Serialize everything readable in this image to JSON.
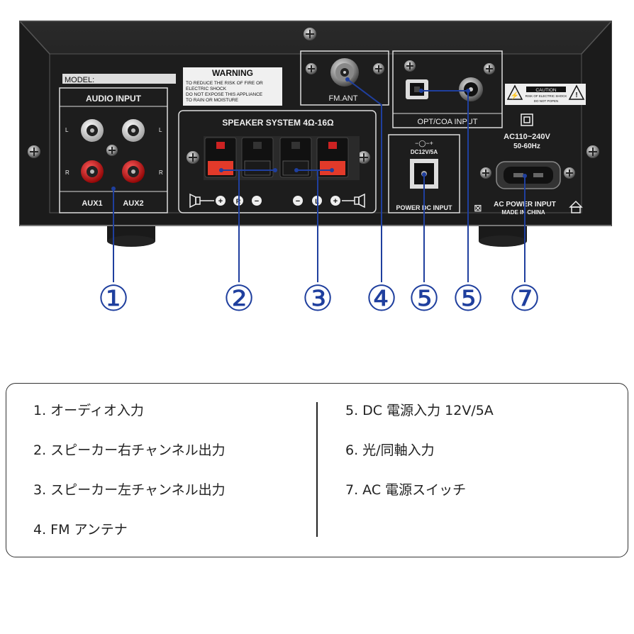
{
  "panel": {
    "model_label": "MODEL:",
    "warning": {
      "title": "WARNING",
      "lines": [
        "TO REDUCE THE RISK OF FIRE OR",
        "ELECTRIC SHOCK",
        "DO NOT EXPOSE THIS APPLIANCE",
        "TO RAIN OR MOISTURE"
      ]
    },
    "audio_input": {
      "title": "AUDIO INPUT",
      "aux1": "AUX1",
      "aux2": "AUX2",
      "l": "L",
      "r": "R"
    },
    "speaker": {
      "title": "SPEAKER SYSTEM 4Ω-16Ω",
      "plus": "+",
      "minus": "−",
      "r": "R",
      "l": "L"
    },
    "fm_ant": "FM.ANT",
    "opt_coa": "OPT/COA  INPUT",
    "caution": {
      "title": "CAUTION",
      "line1": "RISK OF ELECTRIC SHOCK",
      "line2": "DO NOT POPEN"
    },
    "dc": {
      "spec": "DC12V/5A",
      "label": "POWER DC INPUT",
      "symbol": "−◯−+"
    },
    "ac": {
      "voltage": "AC110~240V",
      "freq": "50-60Hz",
      "label": "AC POWER INPUT",
      "made": "MADE IN CHINA"
    }
  },
  "callouts": [
    "①",
    "②",
    "③",
    "④",
    "⑤",
    "⑤",
    "⑦"
  ],
  "callout_color": "#1f3f9e",
  "legend": {
    "left": [
      "1. オーディオ入力",
      "2. スピーカー右チャンネル出力",
      "3. スピーカー左チャンネル出力",
      "4. FM アンテナ"
    ],
    "right": [
      "5. DC 電源入力 12V/5A",
      "6. 光/同軸入力",
      "7. AC 電源スイッチ"
    ]
  }
}
